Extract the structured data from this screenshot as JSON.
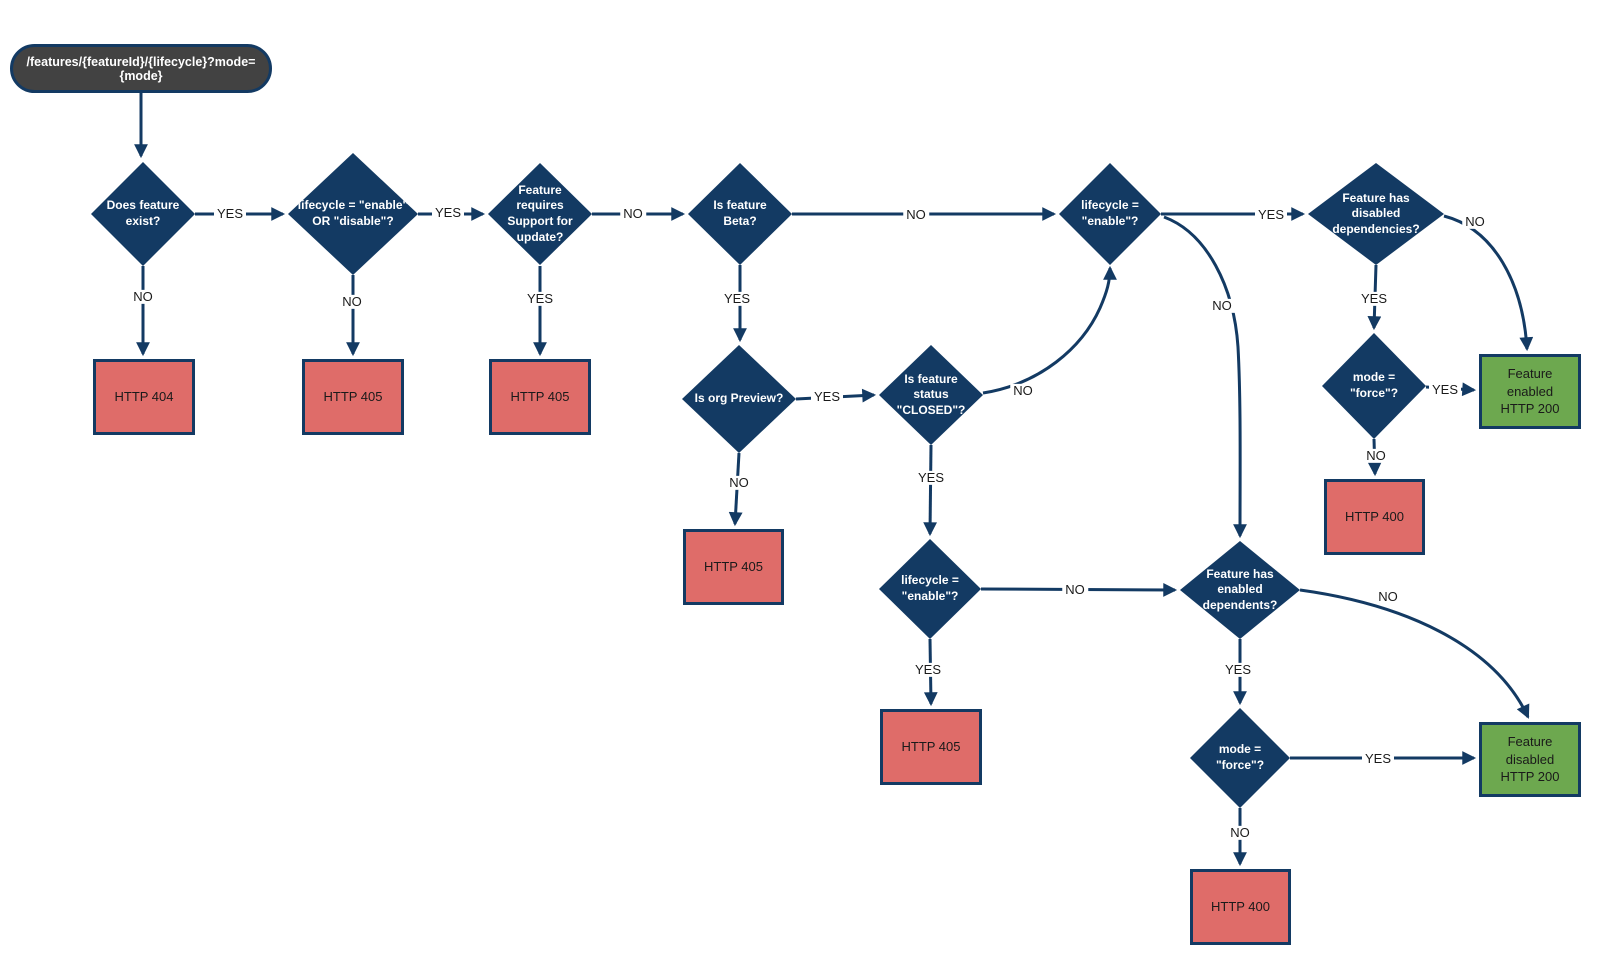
{
  "colors": {
    "navy": "#133A63",
    "red": "#DF6C69",
    "green": "#6DA84F",
    "gray": "#424242"
  },
  "start": {
    "label": "/features/{featureId}/{lifecycle}?mode={mode}"
  },
  "decisions": {
    "exist": {
      "label": "Does feature\nexist?"
    },
    "lifecycle_valid": {
      "label": "lifecycle = \"enable\"\nOR \"disable\"?"
    },
    "requires_support": {
      "label": "Feature\nrequires\nSupport for\nupdate?"
    },
    "is_beta": {
      "label": "Is feature\nBeta?"
    },
    "is_org_preview": {
      "label": "Is org Preview?"
    },
    "status_closed": {
      "label": "Is feature\nstatus\n\"CLOSED\"?"
    },
    "lifecycle_enable_top": {
      "label": "lifecycle =\n\"enable\"?"
    },
    "disabled_dependencies": {
      "label": "Feature has\ndisabled\ndependencies?"
    },
    "mode_force_top": {
      "label": "mode =\n\"force\"?"
    },
    "lifecycle_enable_bottom": {
      "label": "lifecycle =\n\"enable\"?"
    },
    "enabled_dependents": {
      "label": "Feature has\nenabled\ndependents?"
    },
    "mode_force_bottom": {
      "label": "mode =\n\"force\"?"
    }
  },
  "terminals": {
    "http404": {
      "label": "HTTP 404"
    },
    "http405_lifecycle": {
      "label": "HTTP 405"
    },
    "http405_support": {
      "label": "HTTP 405"
    },
    "http405_preview": {
      "label": "HTTP 405"
    },
    "http405_closed": {
      "label": "HTTP 405"
    },
    "http400_top": {
      "label": "HTTP 400"
    },
    "http400_bottom": {
      "label": "HTTP 400"
    },
    "feature_enabled": {
      "label": "Feature\nenabled\nHTTP 200"
    },
    "feature_disabled": {
      "label": "Feature\ndisabled\nHTTP 200"
    }
  },
  "edge_labels": {
    "exist_yes": "YES",
    "exist_no": "NO",
    "lifecycle_valid_yes": "YES",
    "lifecycle_valid_no": "NO",
    "requires_support_yes": "YES",
    "requires_support_no": "NO",
    "is_beta_yes": "YES",
    "is_beta_no": "NO",
    "is_org_preview_yes": "YES",
    "is_org_preview_no": "NO",
    "status_closed_yes": "YES",
    "status_closed_no": "NO",
    "lifecycle_top_yes": "YES",
    "lifecycle_top_no": "NO",
    "disabled_deps_yes": "YES",
    "disabled_deps_no": "NO",
    "mode_force_top_yes": "YES",
    "mode_force_top_no": "NO",
    "lifecycle_bottom_yes": "YES",
    "lifecycle_bottom_no": "NO",
    "enabled_deps_yes": "YES",
    "enabled_deps_no": "NO",
    "mode_force_bottom_yes": "YES",
    "mode_force_bottom_no": "NO"
  }
}
